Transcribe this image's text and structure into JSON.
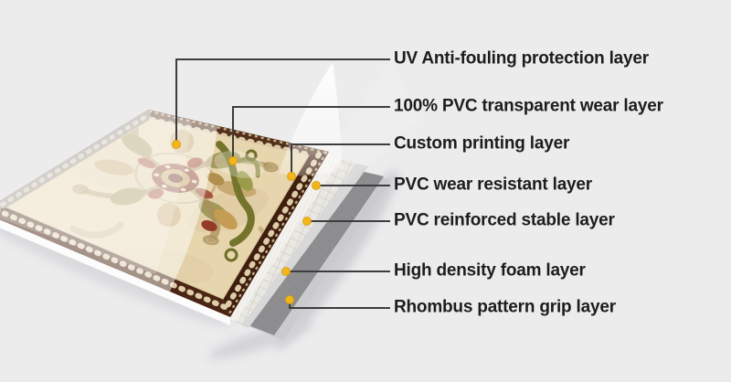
{
  "callouts": {
    "marker_color": "#f2b51c",
    "marker_edge_color": "#d79c00",
    "line_color": "#3d3d3d",
    "text_color": "#1d1d1d",
    "items": [
      {
        "text": "UV Anti-fouling protection layer"
      },
      {
        "text": "100% PVC transparent wear layer"
      },
      {
        "text": "Custom printing layer"
      },
      {
        "text": "PVC wear resistant layer"
      },
      {
        "text": "PVC reinforced stable layer"
      },
      {
        "text": "High density foam layer"
      },
      {
        "text": "Rhombus pattern grip layer"
      }
    ]
  },
  "illustration": {
    "colors": {
      "background": "#ececed",
      "tile_field": "#e7d5ad",
      "tile_border_right": "#3f1e0e",
      "tile_border_top": "#53301b",
      "tile_border_left": "#8f857a",
      "tile_side_edge": "#fcfcfc",
      "wear_band": "#f3f2ee",
      "mesh_band": "#e9e7e1",
      "foam_band": "#d8d8d9",
      "grip_band": "#8e8e91",
      "grip_edge": "#cbcbce",
      "film": "#ffffff",
      "scallop_cream": "#e6d6b2"
    }
  }
}
